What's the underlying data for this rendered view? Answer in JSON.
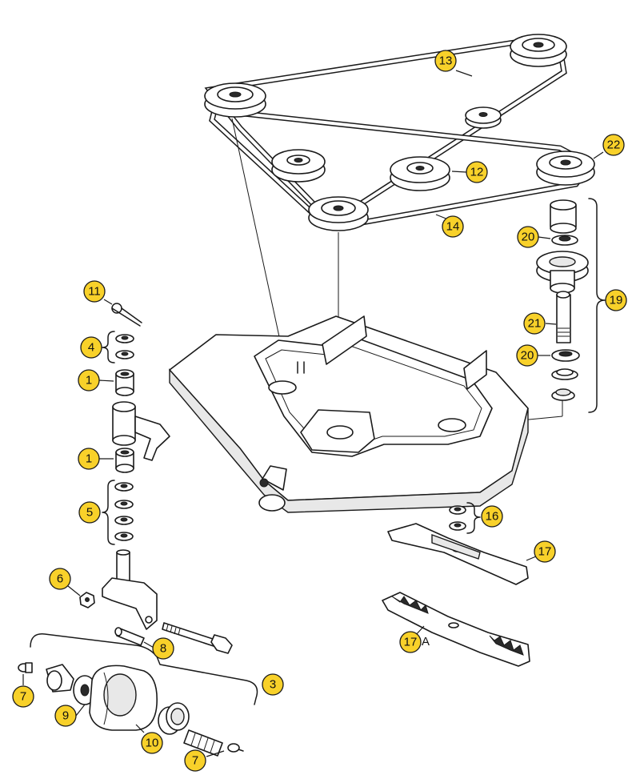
{
  "callouts": [
    {
      "id": "c13",
      "label": "13"
    },
    {
      "id": "c22",
      "label": "22"
    },
    {
      "id": "c12",
      "label": "12"
    },
    {
      "id": "c14",
      "label": "14"
    },
    {
      "id": "c20a",
      "label": "20"
    },
    {
      "id": "c19",
      "label": "19"
    },
    {
      "id": "c21",
      "label": "21"
    },
    {
      "id": "c20b",
      "label": "20"
    },
    {
      "id": "c11",
      "label": "11"
    },
    {
      "id": "c4",
      "label": "4"
    },
    {
      "id": "c1a",
      "label": "1"
    },
    {
      "id": "c1b",
      "label": "1"
    },
    {
      "id": "c5",
      "label": "5"
    },
    {
      "id": "c16",
      "label": "16"
    },
    {
      "id": "c17",
      "label": "17"
    },
    {
      "id": "c17A",
      "label": "17",
      "suffix": "A"
    },
    {
      "id": "c6",
      "label": "6"
    },
    {
      "id": "c8",
      "label": "8"
    },
    {
      "id": "c3",
      "label": "3"
    },
    {
      "id": "c7a",
      "label": "7"
    },
    {
      "id": "c9",
      "label": "9"
    },
    {
      "id": "c10",
      "label": "10"
    },
    {
      "id": "c7b",
      "label": "7"
    }
  ],
  "colors": {
    "callout_fill": "#f8d12a",
    "line": "#1a1a1a",
    "background": "#ffffff"
  }
}
